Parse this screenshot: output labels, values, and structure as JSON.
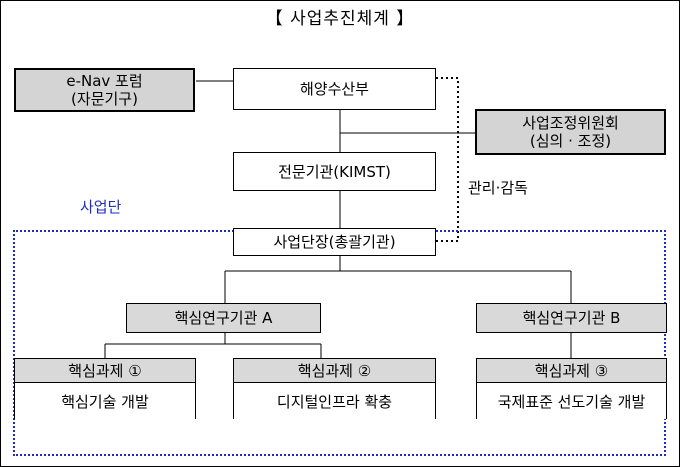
{
  "title": "【  사업추진체계  】",
  "nodes": {
    "forum_line1": "e-Nav 포럼",
    "forum_line2": "(자문기구)",
    "ministry": "해양수산부",
    "committee_line1": "사업조정위원회",
    "committee_line2": "(심의 · 조정)",
    "agency": "전문기관(KIMST)",
    "director": "사업단장(총괄기관)",
    "inst_a": "핵심연구기관 A",
    "inst_b": "핵심연구기관 B"
  },
  "labels": {
    "supervise": "관리·감독",
    "team": "사업단"
  },
  "tasks": [
    {
      "head": "핵심과제  ①",
      "body": "핵심기술 개발"
    },
    {
      "head": "핵심과제  ②",
      "body": "디지털인프라 확충"
    },
    {
      "head": "핵심과제  ③",
      "body": "국제표준 선도기술 개발"
    }
  ],
  "colors": {
    "team_border": "#1f2dbf",
    "team_label": "#1f2dbf",
    "box_fill": "#d4d4d4"
  }
}
